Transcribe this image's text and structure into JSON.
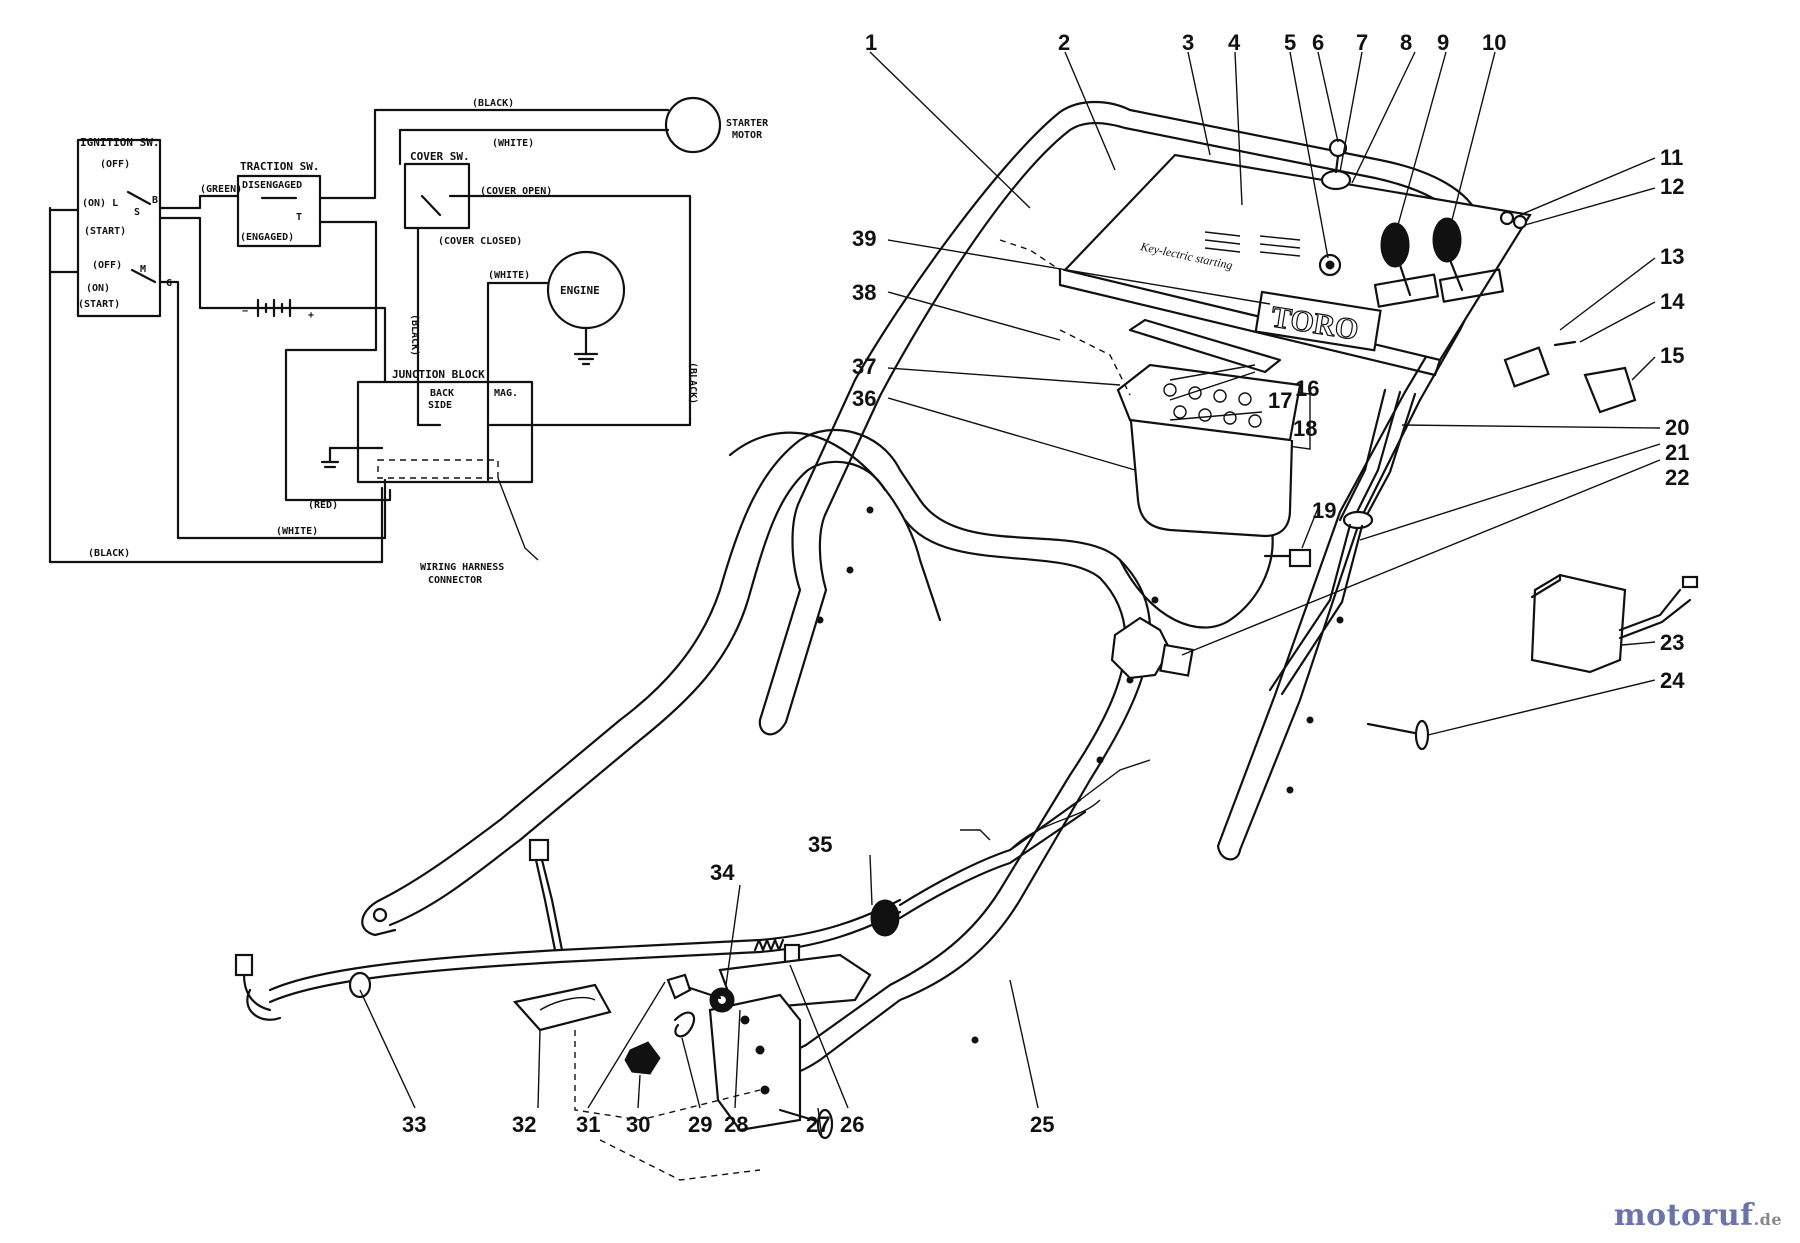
{
  "watermark": {
    "main": "motoruf",
    "tld": ".de"
  },
  "panel": {
    "brand": "TORO",
    "slogan": "Key-lectric starting"
  },
  "schematic": {
    "ignition_sw": "IGNITION SW.",
    "off_top": "(OFF)",
    "on_l": "(ON) L",
    "s": "S",
    "b": "B",
    "start_top": "(START)",
    "off_bottom": "(OFF)",
    "m": "M",
    "on_bottom": "(ON)",
    "start_bottom": "(START)",
    "g": "G",
    "traction_sw": "TRACTION SW.",
    "disengaged": "DISENGAGED",
    "engaged": "(ENGAGED)",
    "traction_t": "T",
    "cover_sw": "COVER SW.",
    "cover_open": "(COVER OPEN)",
    "cover_closed": "(COVER CLOSED)",
    "starter_motor_1": "STARTER",
    "starter_motor_2": "MOTOR",
    "engine": "ENGINE",
    "junction_block": "JUNCTION BLOCK",
    "back_side_1": "BACK",
    "back_side_2": "SIDE",
    "mag": "MAG.",
    "harness_1": "WIRING HARNESS",
    "harness_2": "CONNECTOR",
    "wire_black_top": "(BLACK)",
    "wire_white_top": "(WHITE)",
    "wire_green": "(GREEN)",
    "wire_white_engine": "(WHITE)",
    "wire_black_vertical": "(BLACK)",
    "wire_black_right": "(BLACK)",
    "wire_red": "(RED)",
    "wire_white_bottom": "(WHITE)",
    "wire_black_bottom": "(BLACK)",
    "battery_minus": "−",
    "battery_plus": "+"
  },
  "callouts": [
    "1",
    "2",
    "3",
    "4",
    "5",
    "6",
    "7",
    "8",
    "9",
    "10",
    "11",
    "12",
    "13",
    "14",
    "15",
    "16",
    "17",
    "18",
    "19",
    "20",
    "21",
    "22",
    "23",
    "24",
    "25",
    "26",
    "27",
    "28",
    "29",
    "30",
    "31",
    "32",
    "33",
    "34",
    "35",
    "36",
    "37",
    "38",
    "39"
  ]
}
